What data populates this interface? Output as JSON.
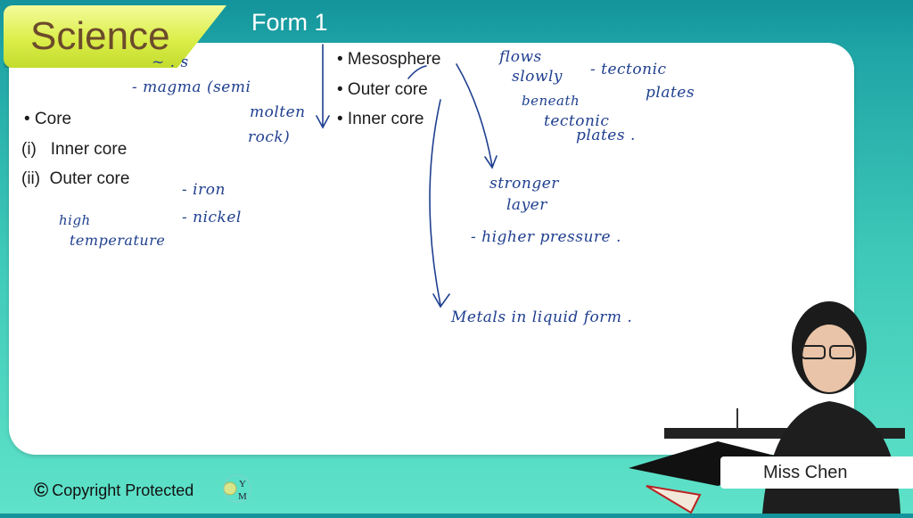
{
  "header": {
    "subject": "Science",
    "form": "Form 1"
  },
  "board": {
    "typed": {
      "mesosphere": "• Mesosphere",
      "outer_core_top": "• Outer core",
      "inner_core_top": "• Inner core",
      "core": "• Core",
      "inner_core": "(i)   Inner core",
      "outer_core": "(ii)  Outer core"
    },
    "handwriting": {
      "partial": "~ . s",
      "magma": "- magma (semi",
      "molten": "molten",
      "rock": "rock)",
      "iron": "- iron",
      "nickel": "- nickel",
      "high": "high",
      "temperature": "temperature",
      "flows": "flows",
      "slowly": "slowly",
      "beneath": "beneath",
      "tectonic1": "tectonic",
      "plates1": "plates .",
      "dash_tectonic": "- tectonic",
      "plates2": "plates",
      "stronger": "stronger",
      "layer": "layer",
      "higher_pressure": "- higher pressure .",
      "metals": "Metals in  liquid form ."
    }
  },
  "footer": {
    "copyright": "Copyright Protected",
    "logo_text": "YM"
  },
  "presenter": {
    "name": "Miss Chen"
  }
}
